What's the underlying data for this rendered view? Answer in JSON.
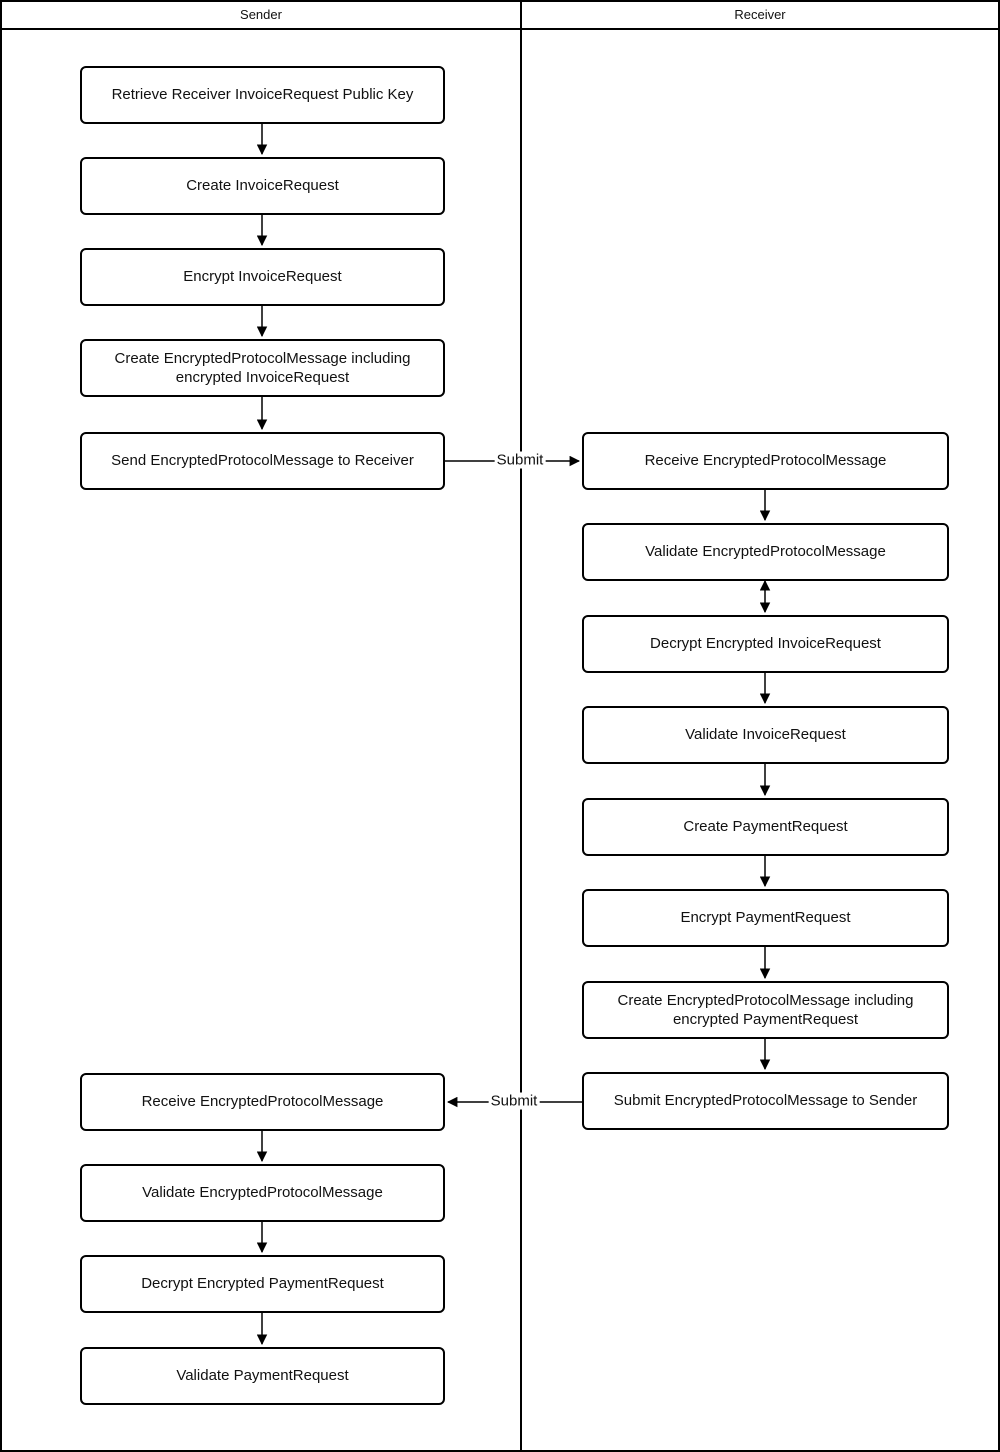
{
  "diagram": {
    "lanes": [
      {
        "title": "Sender"
      },
      {
        "title": "Receiver"
      }
    ],
    "sender_boxes": [
      {
        "label": "Retrieve Receiver InvoiceRequest Public Key"
      },
      {
        "label": "Create InvoiceRequest"
      },
      {
        "label": "Encrypt InvoiceRequest"
      },
      {
        "label": "Create EncryptedProtocolMessage including encrypted InvoiceRequest"
      },
      {
        "label": "Send EncryptedProtocolMessage to Receiver"
      },
      {
        "label": "Receive EncryptedProtocolMessage"
      },
      {
        "label": "Validate EncryptedProtocolMessage"
      },
      {
        "label": "Decrypt Encrypted PaymentRequest"
      },
      {
        "label": "Validate PaymentRequest"
      }
    ],
    "receiver_boxes": [
      {
        "label": "Receive EncryptedProtocolMessage"
      },
      {
        "label": "Validate EncryptedProtocolMessage"
      },
      {
        "label": "Decrypt Encrypted InvoiceRequest"
      },
      {
        "label": "Validate InvoiceRequest"
      },
      {
        "label": "Create PaymentRequest"
      },
      {
        "label": "Encrypt PaymentRequest"
      },
      {
        "label": "Create EncryptedProtocolMessage including encrypted PaymentRequest"
      },
      {
        "label": "Submit EncryptedProtocolMessage to Sender"
      }
    ],
    "edge_labels": {
      "submit_to_receiver": "Submit",
      "submit_to_sender": "Submit"
    },
    "colors": {
      "line": "#000000",
      "background": "#ffffff",
      "text": "#111111"
    }
  }
}
